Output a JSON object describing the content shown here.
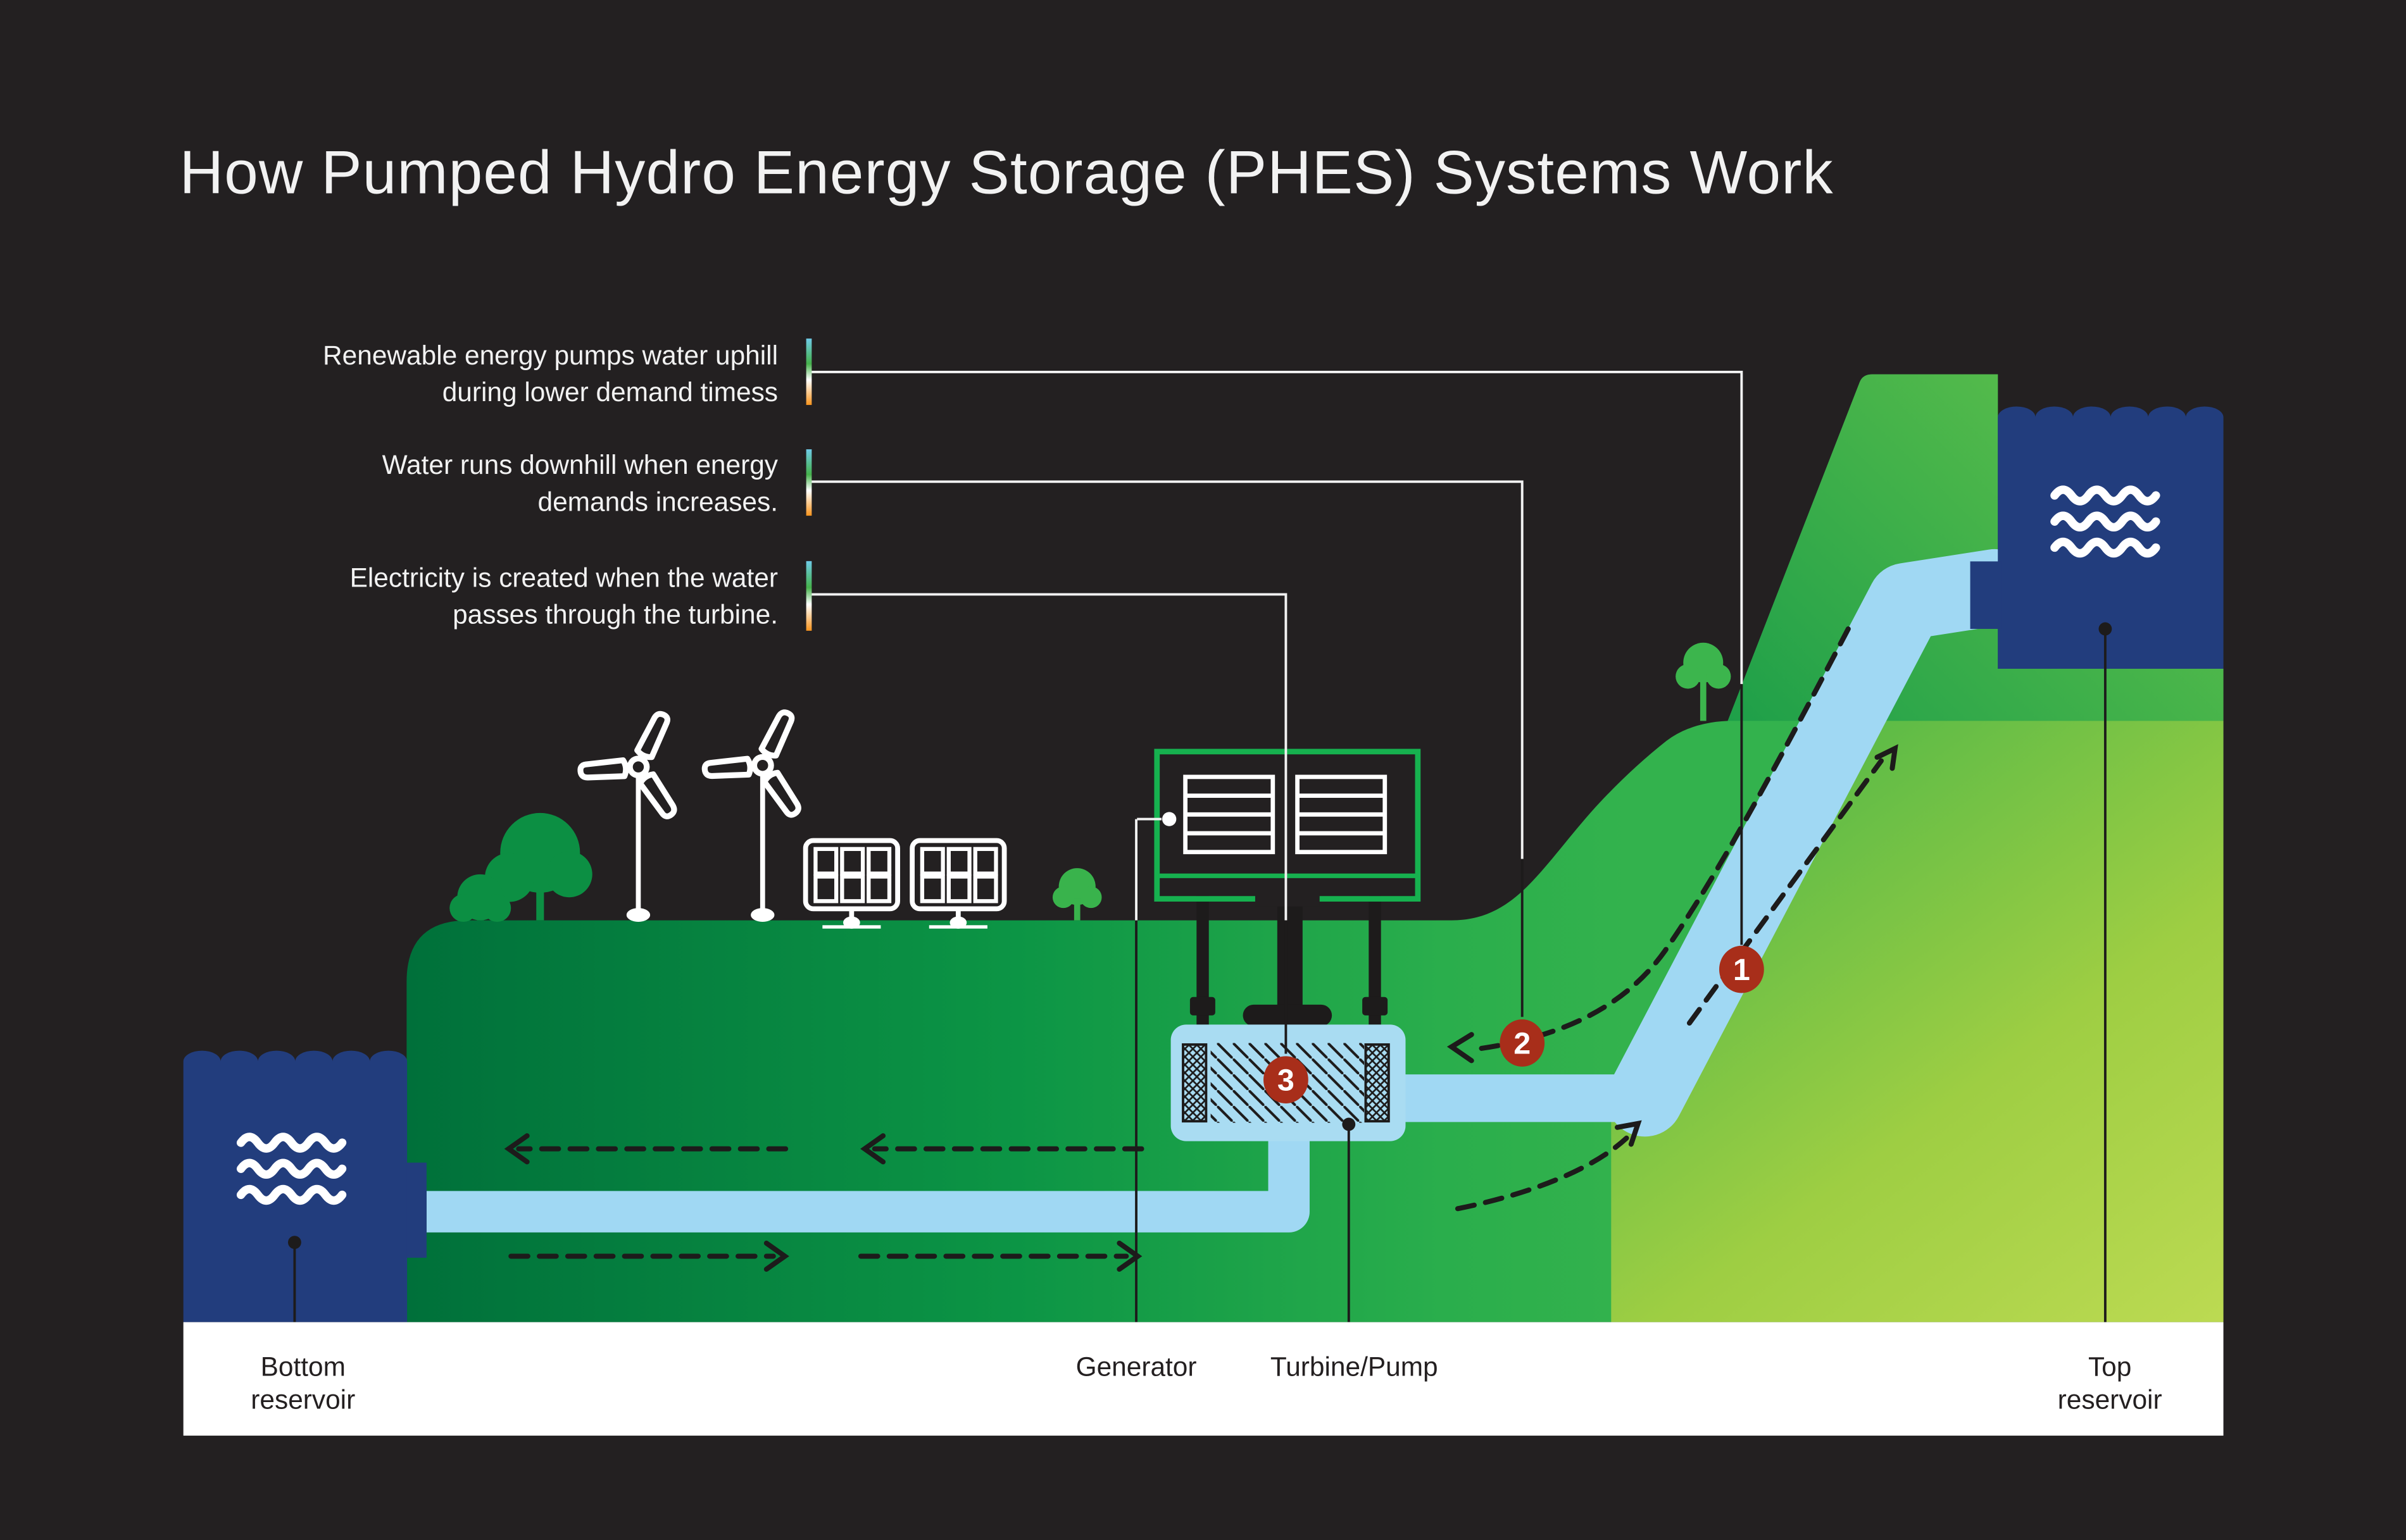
{
  "title": "How Pumped Hydro Energy Storage (PHES) Systems Work",
  "annotations": [
    {
      "line1": "Renewable energy pumps water uphill",
      "line2": "during lower demand timess"
    },
    {
      "line1": "Water runs downhill when energy",
      "line2": "demands increases."
    },
    {
      "line1": "Electricity is created when the water",
      "line2": "passes through the turbine."
    }
  ],
  "steps": [
    "1",
    "2",
    "3"
  ],
  "labels": {
    "bottom1": "Bottom",
    "bottom2": "reservoir",
    "generator": "Generator",
    "turbine": "Turbine/Pump",
    "top1": "Top",
    "top2": "reservoir"
  },
  "icons": [
    "wave-icon",
    "wind-turbine-icon",
    "solar-panel-icon",
    "tree-icon",
    "flow-arrow-icon"
  ],
  "colors": {
    "background": "#232021",
    "reservoir_navy": "#223D7D",
    "pipe_blue": "#A0D8F3",
    "turbine_box_blue": "#A9DCF2",
    "step_red": "#A82E1A",
    "generator_green": "#16B14F",
    "land_deep_green": "#00703A",
    "land_bright_green": "#2AAE4C",
    "land_lime": "#BCDA52",
    "tick_orange": "#F8941D",
    "tick_skyblue": "#6FCBE8",
    "label_dark": "#231F20",
    "strip_white": "#FFFFFF"
  }
}
